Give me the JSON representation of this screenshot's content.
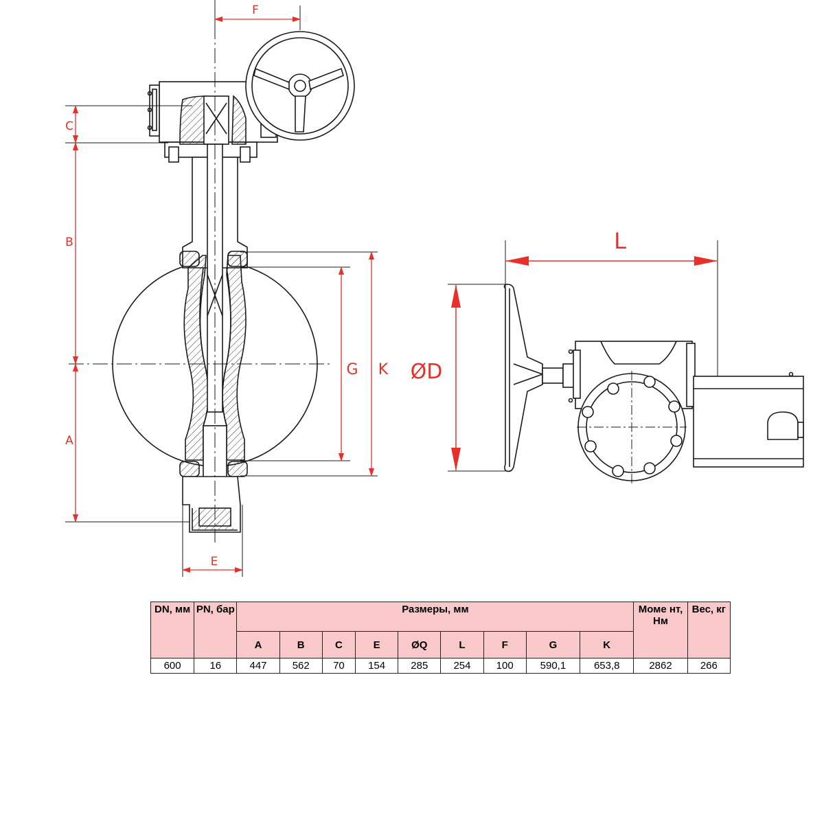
{
  "dimension_labels": {
    "F": "F",
    "C": "C",
    "B": "B",
    "A": "A",
    "E": "E",
    "G": "G",
    "K": "K",
    "D": "ØD",
    "L": "L"
  },
  "colors": {
    "dimension": "#e8302a",
    "outline": "#1a1a1a",
    "table_header_bg": "#f8c8ca"
  },
  "table": {
    "headers": {
      "dn": "DN, мм",
      "pn": "PN, бар",
      "dimensions": "Размеры, мм",
      "moment": "Моме нт, Нм",
      "weight": "Вес, кг"
    },
    "dimension_columns": [
      "A",
      "B",
      "C",
      "E",
      "ØQ",
      "L",
      "F",
      "G",
      "K"
    ],
    "row": {
      "dn": "600",
      "pn": "16",
      "dims": [
        "447",
        "562",
        "70",
        "154",
        "285",
        "254",
        "100",
        "590,1",
        "653,8"
      ],
      "moment": "2862",
      "weight": "266"
    }
  }
}
